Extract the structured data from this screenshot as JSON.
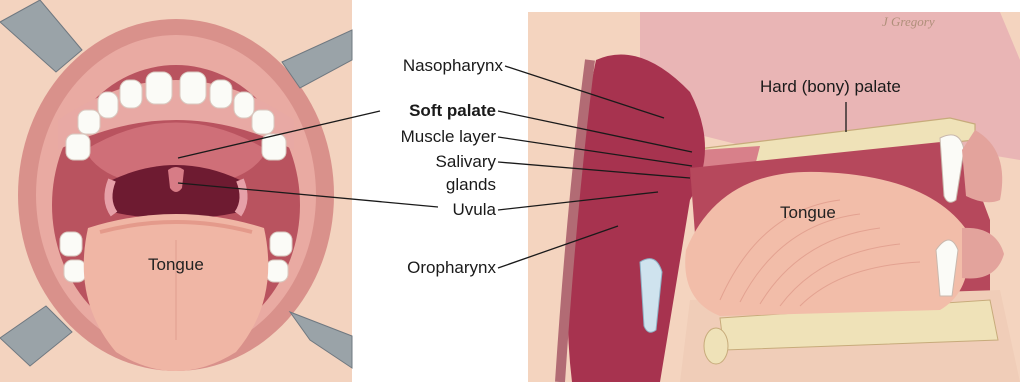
{
  "labels": {
    "nasopharynx": "Nasopharynx",
    "soft_palate": "Soft palate",
    "muscle_layer": "Muscle layer",
    "salivary_line1": "Salivary",
    "salivary_line2": "glands",
    "uvula": "Uvula",
    "oropharynx": "Oropharynx",
    "hard_palate": "Hard (bony) palate",
    "tongue_front": "Tongue",
    "tongue_side": "Tongue"
  },
  "signature": "J Gregory",
  "colors": {
    "skin": "#f5d6c2",
    "lip": "#d98f8a",
    "oral_cavity": "#c96b73",
    "palate": "#c85f72",
    "throat_dark": "#7a1f35",
    "tongue": "#f0b9a8",
    "teeth": "#fbfbf7",
    "pharynx": "#a83450",
    "bone": "#efe2b8",
    "retractor": "#9aa3a8"
  }
}
